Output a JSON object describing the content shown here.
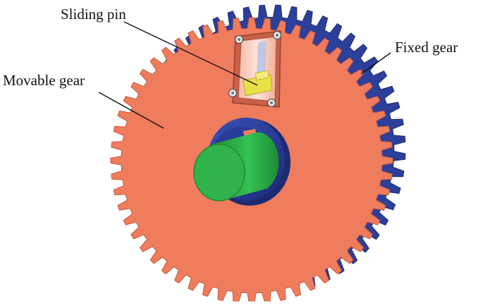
{
  "labels": {
    "sliding_pin": "Sliding pin",
    "fixed_gear": "Fixed gear",
    "movable_gear": "Movable gear"
  },
  "colors": {
    "movable_gear": "#ef7c5c",
    "movable_gear_edge": "#c45a3f",
    "fixed_gear": "#2c3f9a",
    "fixed_gear_dark": "#1d2a70",
    "hub_ring": "#2a3d9c",
    "shaft": "#2fb34a",
    "shaft_dark": "#1f8a35",
    "pin": "#e9e04a",
    "leader": "#111111"
  },
  "icons": {
    "movable_gear": "spur-gear-icon",
    "fixed_gear": "spur-gear-icon",
    "sliding_pin": "pin-in-slot-icon"
  }
}
